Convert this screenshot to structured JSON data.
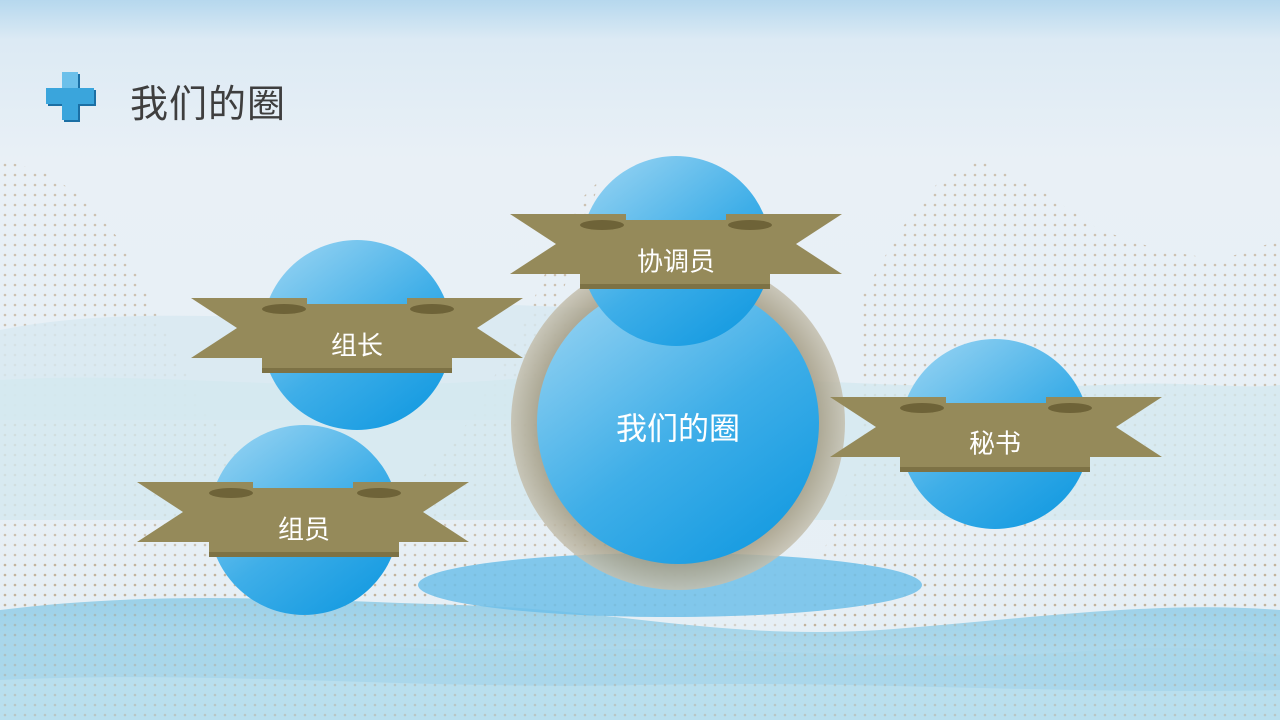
{
  "page": {
    "title": "我们的圈",
    "title_icon": "plus-cross-icon"
  },
  "diagram": {
    "center": {
      "label": "我们的圈"
    },
    "roles": [
      {
        "id": "coordinator",
        "label": "协调员"
      },
      {
        "id": "leader",
        "label": "组长"
      },
      {
        "id": "member",
        "label": "组员"
      },
      {
        "id": "secretary",
        "label": "秘书"
      }
    ]
  },
  "colors": {
    "circle_light": "#7ec7ef",
    "circle_dark": "#1fa0e2",
    "ribbon": "#958a5a",
    "ribbon_dark": "#75693f",
    "ring": "#b4ad99",
    "title_text": "#3e3e3e",
    "dots": "#b49a78"
  }
}
